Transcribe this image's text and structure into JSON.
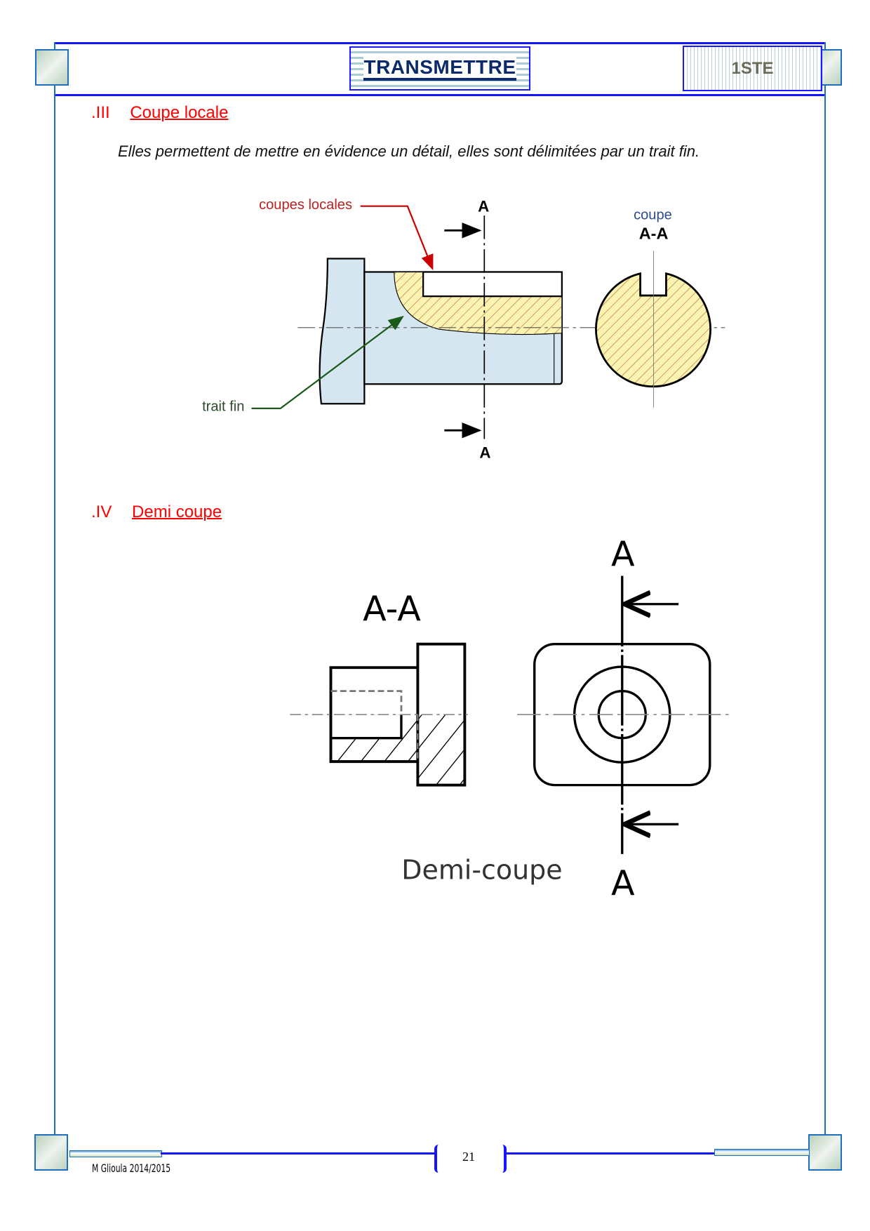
{
  "header": {
    "title": "Transmettre",
    "level": "1STE"
  },
  "sections": [
    {
      "number": ".III",
      "title": "Coupe locale",
      "intro": "Elles permettent de mettre en évidence un détail, elles sont délimitées par un trait fin.",
      "figure": {
        "label_local": "coupes locales",
        "label_thin": "trait fin",
        "section_mark": "A",
        "section_caption": "coupe",
        "section_name": "A-A"
      }
    },
    {
      "number": ".IV",
      "title": "Demi coupe",
      "figure": {
        "section_name": "A-A",
        "section_mark": "A",
        "caption": "Demi-coupe"
      }
    }
  ],
  "footer": {
    "author": "M Glioula 2014/2015",
    "page": "21"
  },
  "colors": {
    "frame": "#1f6fc0",
    "accent": "#1414ff",
    "heading": "#ff0000"
  }
}
